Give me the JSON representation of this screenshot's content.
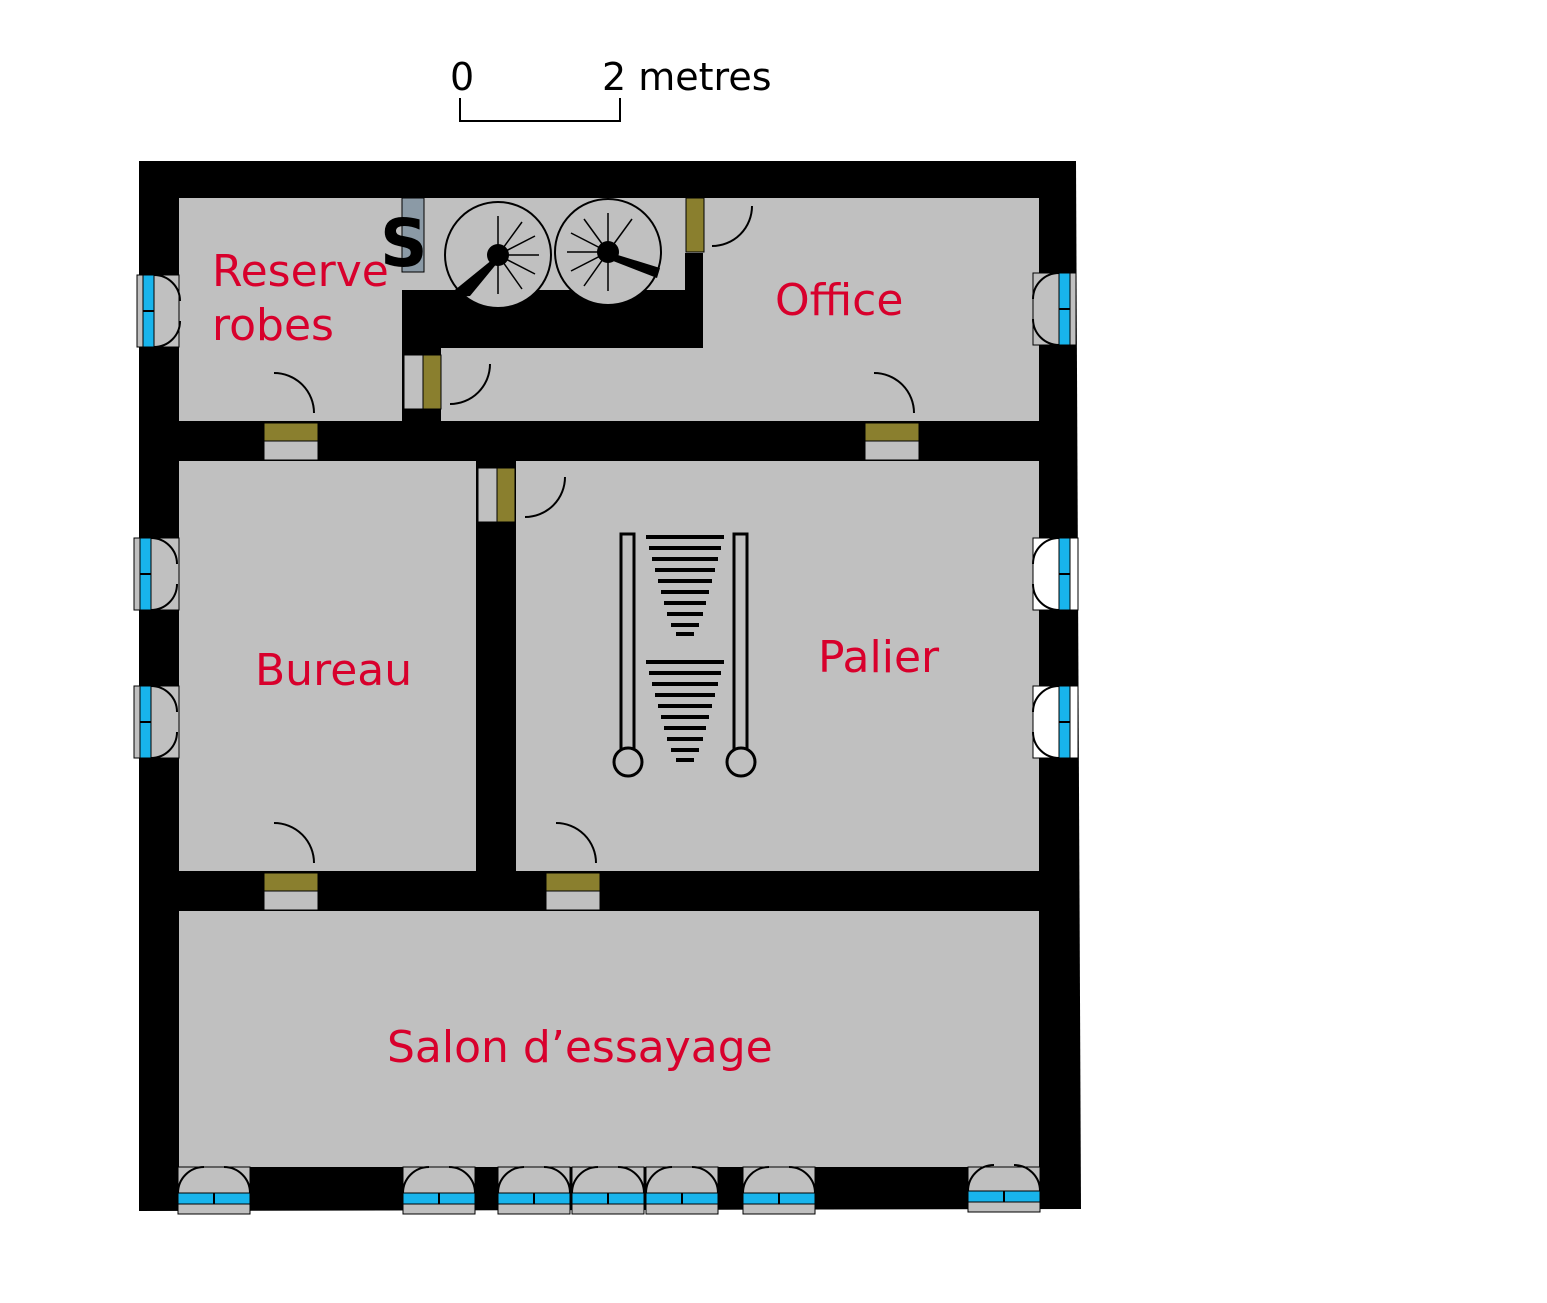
{
  "scale_bar": {
    "start_label": "0",
    "end_label": "2 metres"
  },
  "rooms": {
    "reserve_robes": {
      "line1": "Reserve",
      "line2": "robes"
    },
    "office": "Office",
    "bureau": "Bureau",
    "palier": "Palier",
    "salon": "Salon d’essayage"
  },
  "stair_marker": "S",
  "colors": {
    "wall": "#000000",
    "floor": "#c0c0c0",
    "door_leaf": "#8a7f2e",
    "window_glass": "#18b4ec",
    "label": "#d8002c"
  }
}
